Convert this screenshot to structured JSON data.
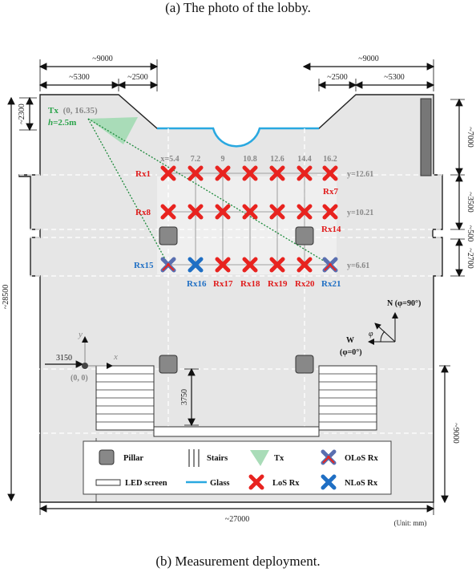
{
  "captions": {
    "a": "(a)  The photo of the lobby.",
    "b": "(b)  Measurement deployment."
  },
  "dims": {
    "top_left_total": "~9000",
    "top_left_a": "~5300",
    "top_left_b": "~2500",
    "top_right_total": "~9000",
    "top_right_a": "~2500",
    "top_right_b": "~5300",
    "left_small": "~2300",
    "left_height": "~28500",
    "right_7000": "~7000",
    "right_3500": "~3500",
    "right_500": "~500",
    "right_2700": "~2700",
    "right_9000": "~9000",
    "bottom_width": "~27000",
    "stair_gap": "3750",
    "origin_offset": "3150",
    "unit": "(Unit: mm)"
  },
  "tx": {
    "label": "Tx",
    "coord": "(0, 16.35)",
    "height_h": "h",
    "height_val": "=2.5m"
  },
  "x_values": [
    "x=5.4",
    "7.2",
    "9",
    "10.8",
    "12.6",
    "14.4",
    "16.2"
  ],
  "y_values": [
    "y=12.61",
    "y=10.21",
    "y=6.61"
  ],
  "rx_labels": {
    "rx1": "Rx1",
    "rx7": "Rx7",
    "rx8": "Rx8",
    "rx14": "Rx14",
    "rx15": "Rx15",
    "rx16": "Rx16",
    "rx17": "Rx17",
    "rx18": "Rx18",
    "rx19": "Rx19",
    "rx20": "Rx20",
    "rx21": "Rx21"
  },
  "axes": {
    "x": "x",
    "y": "y",
    "origin": "(0, 0)"
  },
  "compass": {
    "north": "N (φ=90°)",
    "west": "W",
    "west_phi": "(φ=0°)",
    "phi": "φ"
  },
  "legend": {
    "pillar": "Pillar",
    "stairs": "Stairs",
    "tx": "Tx",
    "olos": "OLoS Rx",
    "led": "LED screen",
    "glass": "Glass",
    "los": "LoS Rx",
    "nlos": "NLoS Rx"
  },
  "colors": {
    "los": "#e8231f",
    "nlos": "#1f6fc4",
    "olos_fill": "#5a6fb0",
    "tx": "#a9dcb8",
    "glass": "#29a8e0"
  }
}
